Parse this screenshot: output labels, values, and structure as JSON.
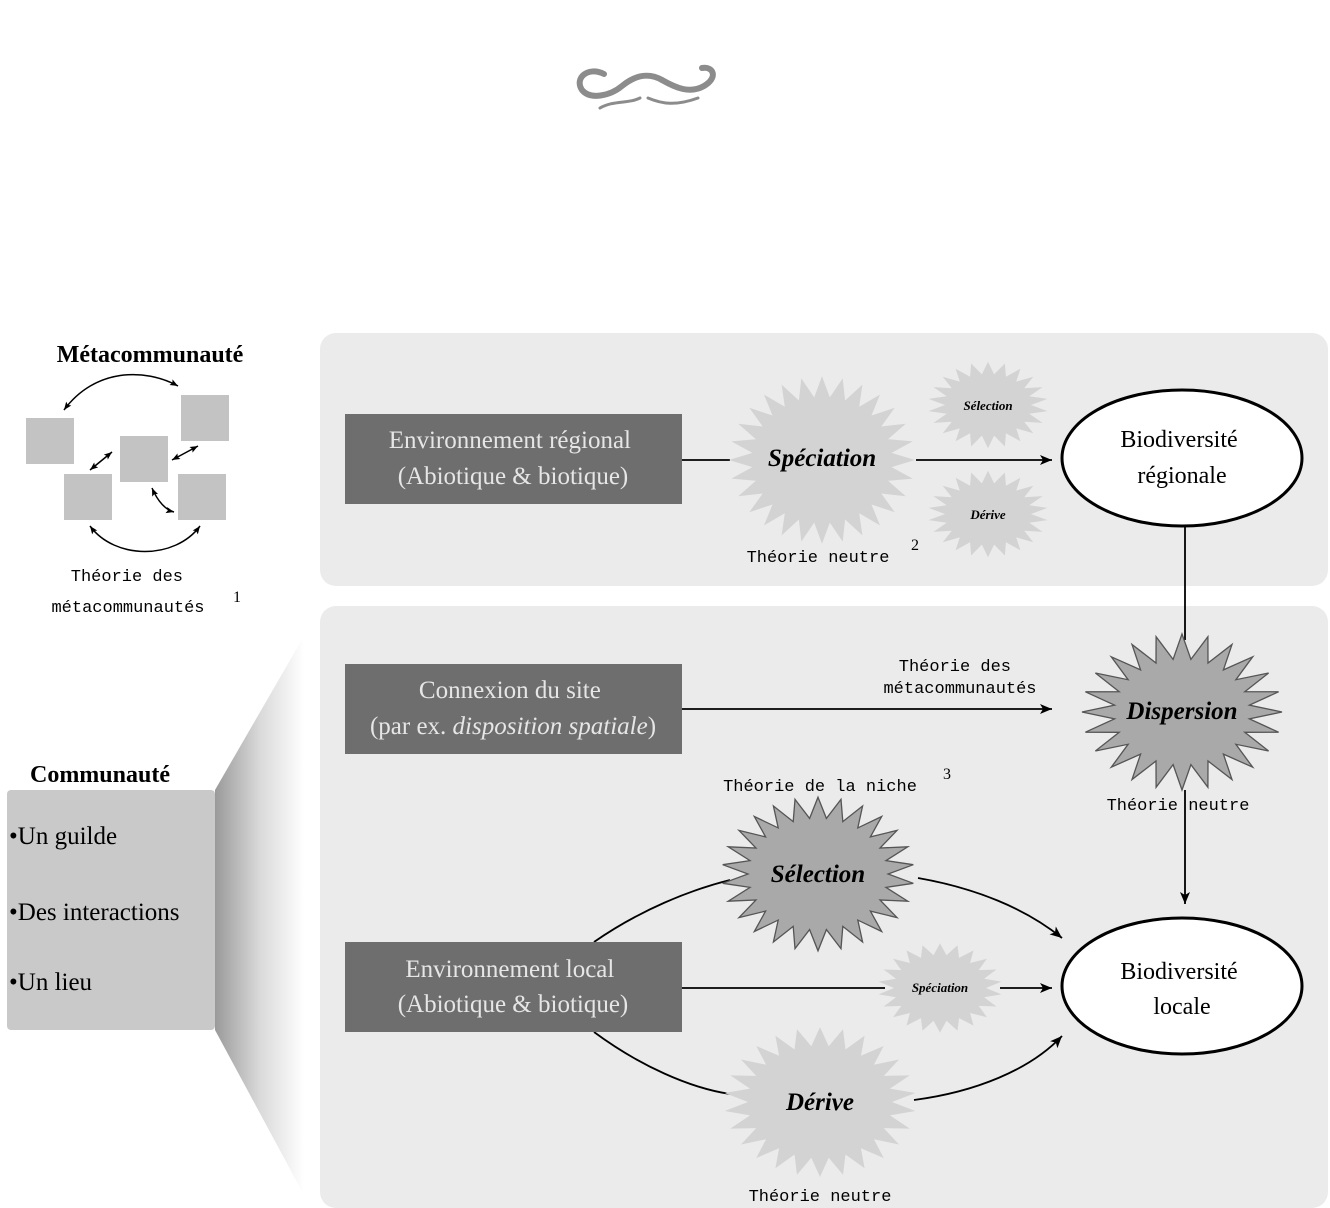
{
  "metacommunity": {
    "title": "Métacommunauté",
    "theory_line1": "Théorie des",
    "theory_line2": "métacommunautés",
    "theory_ref": "1"
  },
  "community": {
    "title": "Communauté",
    "items": [
      "Un guilde",
      "Des interactions",
      "Un lieu"
    ]
  },
  "regional": {
    "env_line1": "Environnement régional",
    "env_line2": "(Abiotique & biotique)",
    "speciation": "Spéciation",
    "selection": "Sélection",
    "drift": "Dérive",
    "neutral_theory": "Théorie neutre",
    "neutral_ref": "2",
    "biodiv_line1": "Biodiversité",
    "biodiv_line2": "régionale"
  },
  "local": {
    "connection_line1": "Connexion du site",
    "connection_line2_prefix": "(par ex. ",
    "connection_line2_italic": "disposition spatiale",
    "connection_line2_suffix": ")",
    "meta_theory_line1": "Théorie des",
    "meta_theory_line2": "métacommunautés",
    "dispersion": "Dispersion",
    "dispersion_theory": "Théorie neutre",
    "niche_theory": "Théorie de la niche",
    "niche_ref": "3",
    "selection": "Sélection",
    "env_line1": "Environnement local",
    "env_line2": "(Abiotique & biotique)",
    "speciation": "Spéciation",
    "drift": "Dérive",
    "drift_theory": "Théorie neutre",
    "biodiv_line1": "Biodiversité",
    "biodiv_line2": "locale"
  },
  "colors": {
    "panel": "#ebebeb",
    "dark_box": "#6e6e6e",
    "box_text": "#e6e6e6",
    "light_star": "#d3d3d3",
    "dark_star": "#a9a9a9",
    "ornament": "#8c8c8c"
  }
}
